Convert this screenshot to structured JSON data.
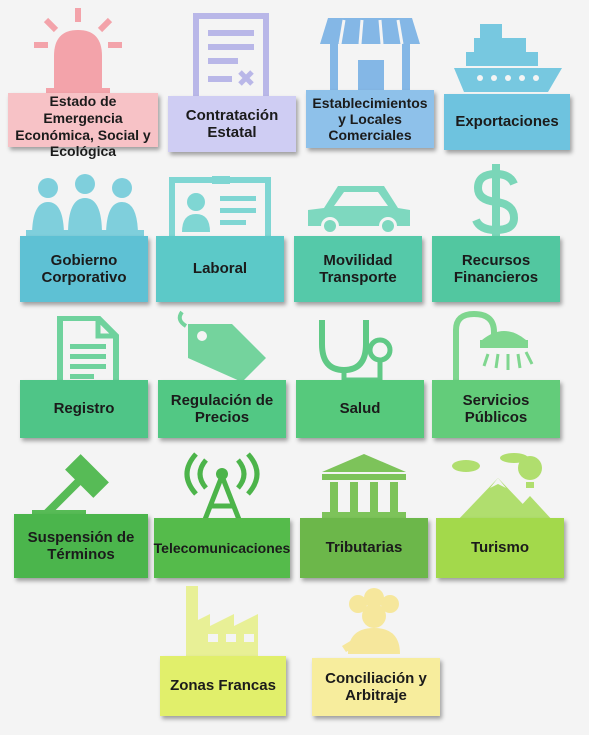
{
  "tiles": [
    {
      "id": "estado-emergencia",
      "label": "Estado de Emergencia Económica, Social y Ecológica",
      "icon": "siren-icon",
      "color": "#f7c2c6",
      "icon_color": "#f3a3aa"
    },
    {
      "id": "contratacion-estatal",
      "label": "Contratación Estatal",
      "icon": "document-form-icon",
      "color": "#cfcdf3",
      "icon_color": "#b9b7e8"
    },
    {
      "id": "establecimientos",
      "label": "Establecimientos y Locales Comerciales",
      "icon": "storefront-icon",
      "color": "#8ec1ea",
      "icon_color": "#84b7e6"
    },
    {
      "id": "exportaciones",
      "label": "Exportaciones",
      "icon": "ship-icon",
      "color": "#6ec3df",
      "icon_color": "#77c8e0"
    },
    {
      "id": "gobierno-corporativo",
      "label": "Gobierno Corporativo",
      "icon": "meeting-icon",
      "color": "#5ec1d4",
      "icon_color": "#7fcfdc"
    },
    {
      "id": "laboral",
      "label": "Laboral",
      "icon": "id-badge-icon",
      "color": "#5cc9c8",
      "icon_color": "#7fd6d3"
    },
    {
      "id": "movilidad",
      "label": "Movilidad Transporte",
      "icon": "car-icon",
      "color": "#55c9a9",
      "icon_color": "#7ed8bf"
    },
    {
      "id": "recursos-financieros",
      "label": "Recursos Financieros",
      "icon": "dollar-icon",
      "color": "#52c7a0",
      "icon_color": "#7ad6b8"
    },
    {
      "id": "registro",
      "label": "Registro",
      "icon": "document-icon",
      "color": "#4fc587",
      "icon_color": "#6fd29d"
    },
    {
      "id": "regulacion-precios",
      "label": "Regulación de Precios",
      "icon": "price-tag-icon",
      "color": "#52c884",
      "icon_color": "#74d39d"
    },
    {
      "id": "salud",
      "label": "Salud",
      "icon": "stethoscope-icon",
      "color": "#56c97c",
      "icon_color": "#5fc985"
    },
    {
      "id": "servicios-publicos",
      "label": "Servicios Públicos",
      "icon": "shower-icon",
      "color": "#63cc7a",
      "icon_color": "#7fd68f"
    },
    {
      "id": "suspension-terminos",
      "label": "Suspensión de Términos",
      "icon": "gavel-icon",
      "color": "#4bb54c",
      "icon_color": "#57bb56"
    },
    {
      "id": "telecomunicaciones",
      "label": "Telecomunicaciones",
      "icon": "antenna-tower-icon",
      "color": "#55bb4b",
      "icon_color": "#4cb44a"
    },
    {
      "id": "tributarias",
      "label": "Tributarias",
      "icon": "bank-icon",
      "color": "#6cb74a",
      "icon_color": "#7dc35a"
    },
    {
      "id": "turismo",
      "label": "Turismo",
      "icon": "mountain-balloon-icon",
      "color": "#a3d94b",
      "icon_color": "#b0de6e"
    },
    {
      "id": "zonas-francas",
      "label": "Zonas Francas",
      "icon": "factory-icon",
      "color": "#e1ef6b",
      "icon_color": "#e8f096"
    },
    {
      "id": "conciliacion-arbitraje",
      "label": "Conciliación y Arbitraje",
      "icon": "handshake-people-icon",
      "color": "#f7ed9d",
      "icon_color": "#f6e79c"
    }
  ]
}
